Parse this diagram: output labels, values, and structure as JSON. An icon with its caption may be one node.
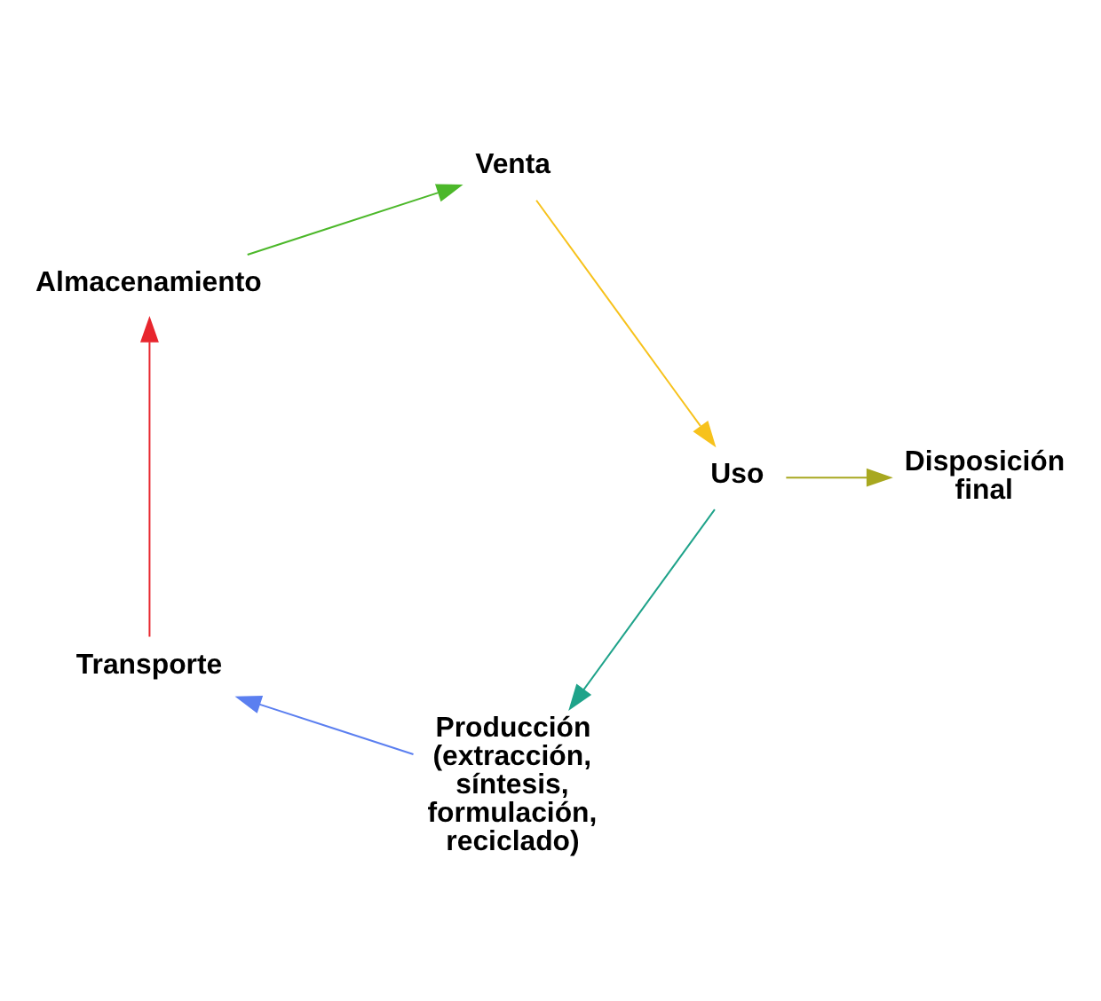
{
  "diagram": {
    "nodes": [
      {
        "text": [
          "Producción (extracción, síntesis, formulación, reciclado)"
        ]
      },
      {
        "text": [
          "Transporte"
        ]
      },
      {
        "text": [
          "Almacenamiento"
        ]
      },
      {
        "text": [
          "Venta"
        ]
      },
      {
        "text": [
          "Uso"
        ]
      },
      {
        "text": [
          "Disposición final"
        ]
      }
    ],
    "edges": [
      {
        "from": 4,
        "to": 0,
        "arrow": "to",
        "color": "#1fa38a"
      },
      {
        "from": 0,
        "to": 1,
        "arrow": "to",
        "color": "#5b7ff0"
      },
      {
        "from": 1,
        "to": 2,
        "arrow": "to",
        "color": "#e8262e"
      },
      {
        "from": 2,
        "to": 3,
        "arrow": "to",
        "color": "#4cb82a"
      },
      {
        "from": 3,
        "to": 4,
        "arrow": "to",
        "color": "#f7c21c"
      },
      {
        "from": 4,
        "to": 5,
        "arrow": "to",
        "color": "#a8a820"
      }
    ]
  }
}
